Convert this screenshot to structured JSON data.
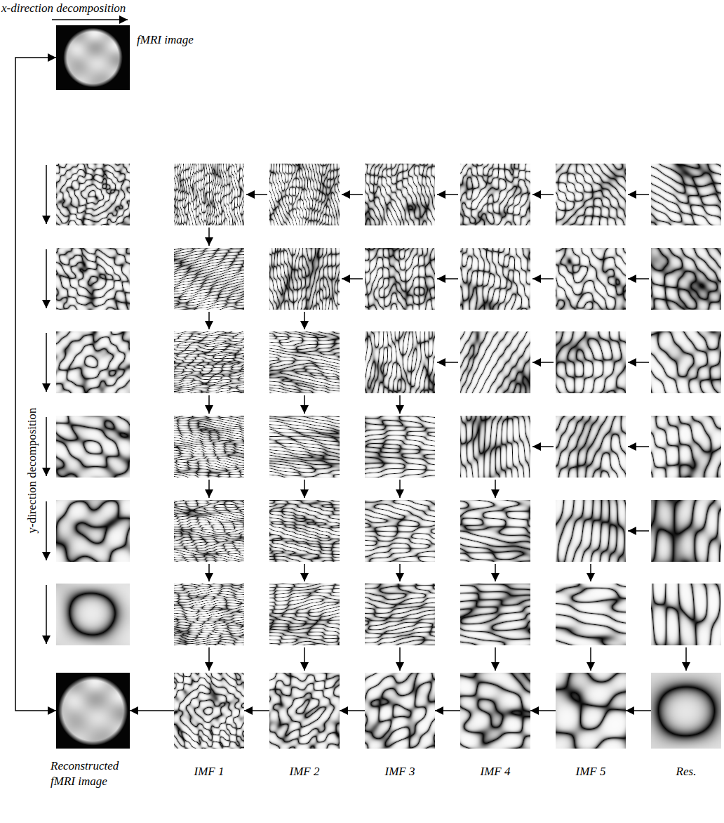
{
  "diagram": {
    "nodes": [
      {
        "text": [
          "fMRI image"
        ]
      },
      {
        "text": [
          "Reconstructed fMRI image"
        ]
      },
      {
        "text": [
          "IMF 1"
        ]
      },
      {
        "text": [
          "IMF 2"
        ]
      },
      {
        "text": [
          "IMF 3"
        ]
      },
      {
        "text": [
          "IMF 4"
        ]
      },
      {
        "text": [
          "IMF 5"
        ]
      },
      {
        "text": [
          "Res."
        ]
      }
    ],
    "edges": [
      {
        "from": 7,
        "to": 6,
        "arrow": "to"
      },
      {
        "from": 6,
        "to": 5,
        "arrow": "to"
      },
      {
        "from": 5,
        "to": 4,
        "arrow": "to"
      },
      {
        "from": 4,
        "to": 3,
        "arrow": "to"
      },
      {
        "from": 3,
        "to": 2,
        "arrow": "to"
      },
      {
        "from": 2,
        "to": 1,
        "arrow": "to"
      },
      {
        "from": 0,
        "to": 1,
        "arrow": "both"
      }
    ],
    "labels": [
      "x-direction decomposition",
      "y-direction decomposition"
    ]
  }
}
